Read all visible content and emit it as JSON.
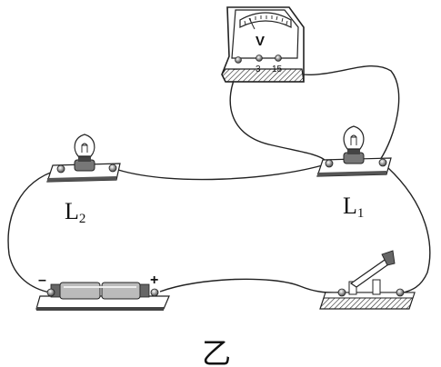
{
  "voltmeter": {
    "symbol": "V",
    "terminals": [
      "–",
      "3",
      "15"
    ]
  },
  "bulbs": [
    {
      "name": "L",
      "sub": "2"
    },
    {
      "name": "L",
      "sub": "1"
    }
  ],
  "battery": {
    "minus": "–",
    "plus": "+"
  },
  "caption": "乙"
}
